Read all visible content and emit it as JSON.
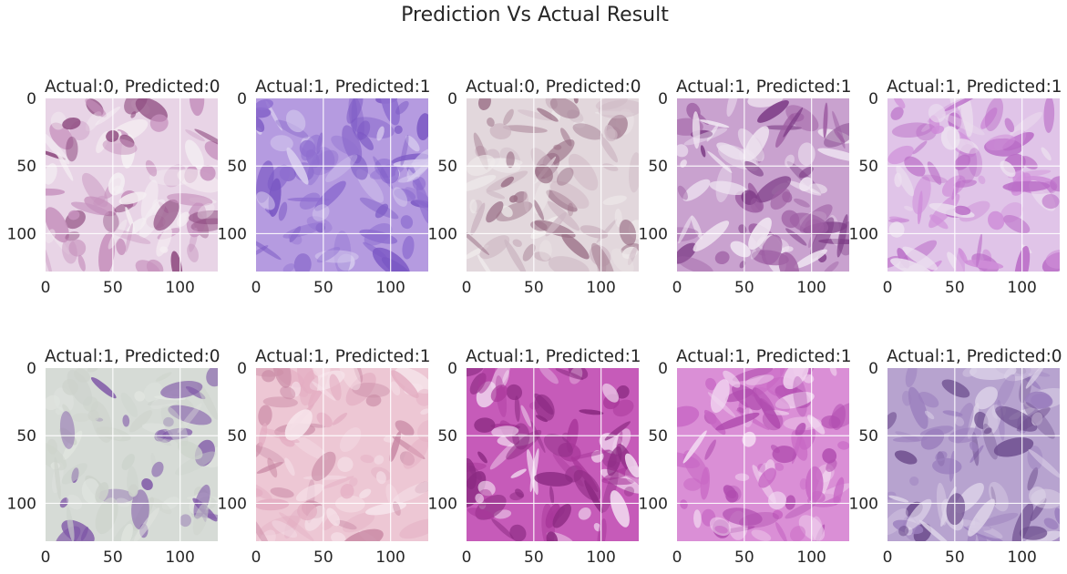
{
  "chart_data": {
    "type": "image_grid",
    "title": "Prediction Vs Actual Result",
    "panel_extent": [
      0,
      128
    ],
    "x_ticks": [
      0,
      50,
      100
    ],
    "y_ticks": [
      0,
      50,
      100
    ],
    "grid": true,
    "rows": 2,
    "cols": 5,
    "panels": [
      {
        "title": "Actual:0, Predicted:0",
        "actual": 0,
        "predicted": 0,
        "palette": [
          "#e8d4e6",
          "#c691bd",
          "#8e4a7f",
          "#f4eef2"
        ]
      },
      {
        "title": "Actual:1, Predicted:1",
        "actual": 1,
        "predicted": 1,
        "palette": [
          "#b59be0",
          "#8f6fd0",
          "#7b58c4",
          "#d7ccee"
        ]
      },
      {
        "title": "Actual:0, Predicted:0",
        "actual": 0,
        "predicted": 0,
        "palette": [
          "#e2d7dc",
          "#cdb7c3",
          "#9a6f86",
          "#eee9ea"
        ]
      },
      {
        "title": "Actual:1, Predicted:1",
        "actual": 1,
        "predicted": 1,
        "palette": [
          "#c9a2cf",
          "#9e5fa3",
          "#7d3c86",
          "#efe5f1"
        ]
      },
      {
        "title": "Actual:1, Predicted:1",
        "actual": 1,
        "predicted": 1,
        "palette": [
          "#e0c4e8",
          "#cf8ed9",
          "#b96cc6",
          "#ece0ef"
        ]
      },
      {
        "title": "Actual:1, Predicted:0",
        "actual": 1,
        "predicted": 0,
        "palette": [
          "#d6dbd6",
          "#cdd3cc",
          "#8058a8",
          "#e1e5e0"
        ]
      },
      {
        "title": "Actual:1, Predicted:1",
        "actual": 1,
        "predicted": 1,
        "palette": [
          "#edc7d4",
          "#e3adc2",
          "#c98aa5",
          "#f6e3ea"
        ]
      },
      {
        "title": "Actual:1, Predicted:1",
        "actual": 1,
        "predicted": 1,
        "palette": [
          "#c65bb9",
          "#a8379a",
          "#8b2a82",
          "#f0d6ee"
        ]
      },
      {
        "title": "Actual:1, Predicted:1",
        "actual": 1,
        "predicted": 1,
        "palette": [
          "#da8fd6",
          "#c767c4",
          "#b04caf",
          "#f2d9f1"
        ]
      },
      {
        "title": "Actual:1, Predicted:0",
        "actual": 1,
        "predicted": 0,
        "palette": [
          "#b7a3cf",
          "#9b7fbe",
          "#6f4f8f",
          "#ddd3e8"
        ]
      }
    ]
  }
}
